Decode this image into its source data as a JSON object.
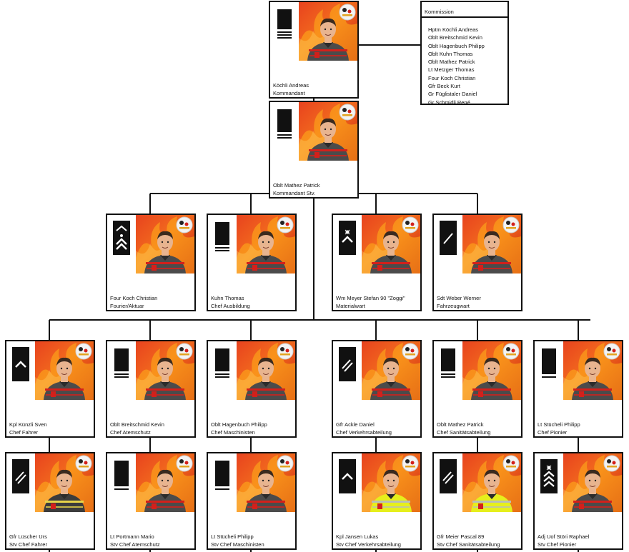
{
  "colors": {
    "line": "#111111",
    "photo_bg": "#e8431f",
    "photo_flame": "#ffb21a",
    "uniform": "#4b4b4b",
    "uniform_stripe": "#d3201b",
    "jacket_yellow": "#e6ef1c",
    "skin": "#e8b48f"
  },
  "commission": {
    "title": "Kommission",
    "members": [
      "Hptm Köchli Andreas",
      "Oblt Breitschmid Kevin",
      "Oblt Hagenbuch Philipp",
      "Oblt Kuhn Thomas",
      "Oblt Mathez Patrick",
      "Lt Metzger Thomas",
      "Four Koch Christian",
      "Gfr Beck Kurt",
      "Gr Füglistaler Daniel",
      "Gr Schmidli René"
    ]
  },
  "cards": [
    {
      "id": "c1",
      "name": "Köchli Andreas",
      "role": "Kommandant",
      "rank_icon": "rank-hauptmann-icon",
      "outfit": "grey"
    },
    {
      "id": "c2",
      "name": "Oblt Mathez Patrick",
      "role": "Kommandant Stv.",
      "rank_icon": "rank-oberleutnant-icon",
      "outfit": "grey"
    },
    {
      "id": "c3",
      "name": "Four Koch Christian",
      "role": "Fourier/Aktuar",
      "rank_icon": "rank-fourier-icon",
      "outfit": "grey"
    },
    {
      "id": "c4",
      "name": "Kuhn Thomas",
      "role": "Chef Ausbildung",
      "rank_icon": "rank-oberleutnant-icon",
      "outfit": "grey"
    },
    {
      "id": "c5",
      "name": "Wm Meyer Stefan 90 \"Zoggi\"",
      "role": "Materialwart",
      "rank_icon": "rank-wachtmeister-icon",
      "outfit": "grey"
    },
    {
      "id": "c6",
      "name": "Sdt Weber Werner",
      "role": "Fahrzeugwart",
      "rank_icon": "rank-soldat-icon",
      "outfit": "grey"
    },
    {
      "id": "c7",
      "name": "Kpl Künzli Sven",
      "role": "Chef Fahrer",
      "rank_icon": "rank-korporal-icon",
      "outfit": "grey"
    },
    {
      "id": "c8",
      "name": "Oblt Breitschmid Kevin",
      "role": "Chef Atemschutz",
      "rank_icon": "rank-oberleutnant-icon",
      "outfit": "grey"
    },
    {
      "id": "c9",
      "name": "Oblt Hagenbuch Philipp",
      "role": "Chef Maschinisten",
      "rank_icon": "rank-oberleutnant-icon",
      "outfit": "grey"
    },
    {
      "id": "c10",
      "name": "Gfr Ackle Daniel",
      "role": "Chef Verkehrsabteilung",
      "rank_icon": "rank-gefreiter-icon",
      "outfit": "grey"
    },
    {
      "id": "c11",
      "name": "Oblt Mathez Patrick",
      "role": "Chef Sanitätsabteilung",
      "rank_icon": "rank-oberleutnant-icon",
      "outfit": "grey"
    },
    {
      "id": "c12",
      "name": "Lt Stücheli Philipp",
      "role": "Chef Pionier",
      "rank_icon": "rank-leutnant-icon",
      "outfit": "grey"
    },
    {
      "id": "c13",
      "name": "Gfr Lüscher Urs",
      "role": "Stv Chef Fahrer",
      "rank_icon": "rank-gefreiter-icon",
      "outfit": "turnout"
    },
    {
      "id": "c14",
      "name": "Lt Portmann Mario",
      "role": "Stv Chef Atemschutz",
      "rank_icon": "rank-leutnant-icon",
      "outfit": "grey"
    },
    {
      "id": "c15",
      "name": "Lt Stücheli Philipp",
      "role": "Stv Chef Maschinisten",
      "rank_icon": "rank-leutnant-icon",
      "outfit": "grey"
    },
    {
      "id": "c16",
      "name": "Kpl Jansen Lukas",
      "role": "Stv Chef Verkehrsabteilung",
      "rank_icon": "rank-korporal-icon",
      "outfit": "yellow"
    },
    {
      "id": "c17",
      "name": "Gfr Meier Pascal 89",
      "role": "Stv Chef Sanitätsabteilung",
      "rank_icon": "rank-gefreiter-icon",
      "outfit": "yellow"
    },
    {
      "id": "c18",
      "name": "Adj Uof Störi Raphael",
      "role": "Stv Chef Pionier",
      "rank_icon": "rank-adjutant-icon",
      "outfit": "grey"
    }
  ]
}
